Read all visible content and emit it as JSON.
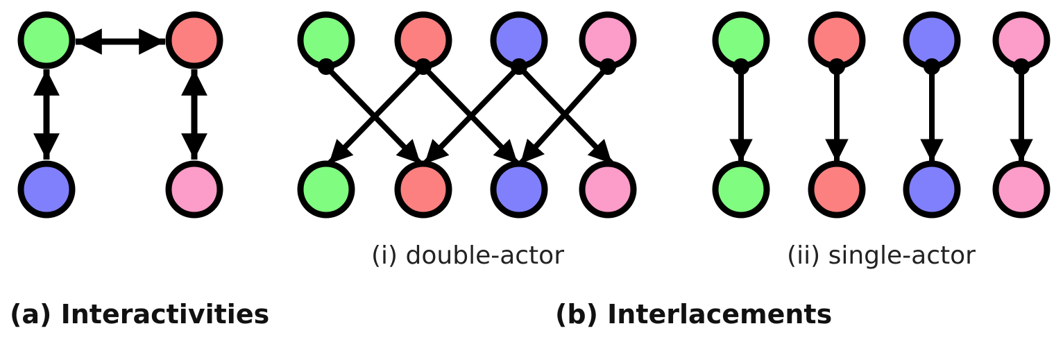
{
  "colors": {
    "green": "#80fc80",
    "red": "#fc8080",
    "blue": "#8080fc",
    "pink": "#fc9cc8",
    "stroke": "#000000"
  },
  "panel_a": {
    "caption": "(a) Interactivities"
  },
  "panel_b": {
    "caption": "(b) Interlacements",
    "double_actor": {
      "caption": "(i) double-actor"
    },
    "single_actor": {
      "caption": "(ii) single-actor"
    }
  }
}
